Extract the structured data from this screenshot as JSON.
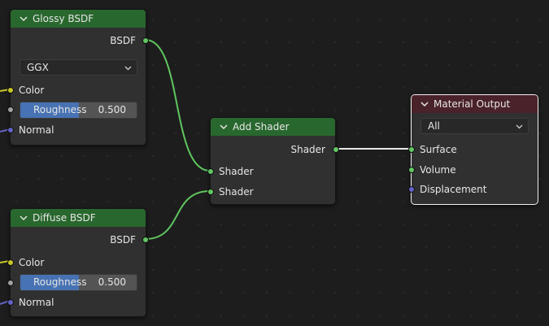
{
  "colors": {
    "link": "#5fc65f",
    "header_shader": "#28672d",
    "header_output": "#4a2229",
    "slider_fill": "#4772b3"
  },
  "glossy": {
    "title": "Glossy BSDF",
    "output": "BSDF",
    "distribution": "GGX",
    "color_label": "Color",
    "roughness_label": "Roughness",
    "roughness_value": "0.500",
    "roughness_fraction": 0.5,
    "normal_label": "Normal"
  },
  "diffuse": {
    "title": "Diffuse BSDF",
    "output": "BSDF",
    "color_label": "Color",
    "roughness_label": "Roughness",
    "roughness_value": "0.500",
    "roughness_fraction": 0.5,
    "normal_label": "Normal"
  },
  "add_shader": {
    "title": "Add Shader",
    "output": "Shader",
    "input1": "Shader",
    "input2": "Shader"
  },
  "material_output": {
    "title": "Material Output",
    "target": "All",
    "surface": "Surface",
    "volume": "Volume",
    "displacement": "Displacement"
  }
}
